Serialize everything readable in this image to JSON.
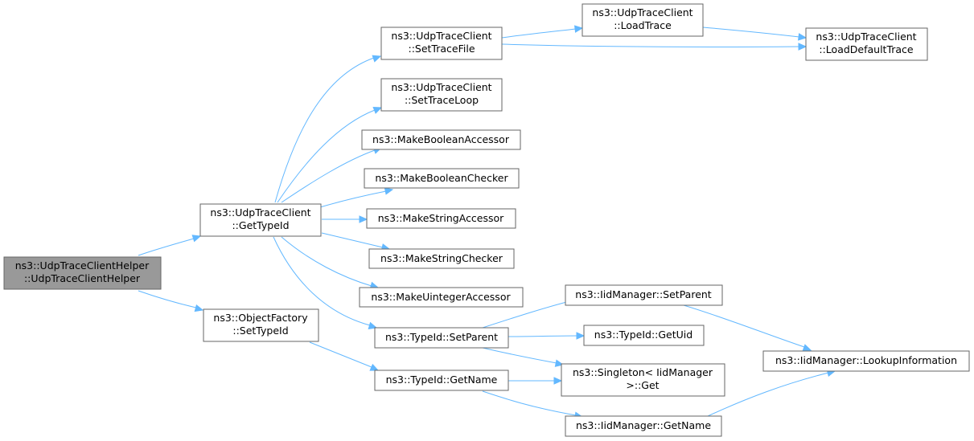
{
  "graph": {
    "edge_color": "#63b8ff",
    "root_fill": "#999999",
    "node_border": "#666666",
    "nodes": [
      {
        "id": "helper",
        "lines": [
          "ns3::UdpTraceClientHelper",
          "::UdpTraceClientHelper"
        ],
        "root": true
      },
      {
        "id": "gettypeid",
        "lines": [
          "ns3::UdpTraceClient",
          "::GetTypeId"
        ]
      },
      {
        "id": "settracefile",
        "lines": [
          "ns3::UdpTraceClient",
          "::SetTraceFile"
        ]
      },
      {
        "id": "loadtrace",
        "lines": [
          "ns3::UdpTraceClient",
          "::LoadTrace"
        ]
      },
      {
        "id": "loaddefault",
        "lines": [
          "ns3::UdpTraceClient",
          "::LoadDefaultTrace"
        ]
      },
      {
        "id": "settraceloop",
        "lines": [
          "ns3::UdpTraceClient",
          "::SetTraceLoop"
        ]
      },
      {
        "id": "mkboolacc",
        "lines": [
          "ns3::MakeBooleanAccessor"
        ]
      },
      {
        "id": "mkboolchk",
        "lines": [
          "ns3::MakeBooleanChecker"
        ]
      },
      {
        "id": "mkstracc",
        "lines": [
          "ns3::MakeStringAccessor"
        ]
      },
      {
        "id": "mkstrchk",
        "lines": [
          "ns3::MakeStringChecker"
        ]
      },
      {
        "id": "mkuintacc",
        "lines": [
          "ns3::MakeUintegerAccessor"
        ]
      },
      {
        "id": "tid_setparent",
        "lines": [
          "ns3::TypeId::SetParent"
        ]
      },
      {
        "id": "iid_setparent",
        "lines": [
          "ns3::IidManager::SetParent"
        ]
      },
      {
        "id": "getuid",
        "lines": [
          "ns3::TypeId::GetUid"
        ]
      },
      {
        "id": "singleton",
        "lines": [
          "ns3::Singleton< IidManager",
          ">::Get"
        ]
      },
      {
        "id": "lookup",
        "lines": [
          "ns3::IidManager::LookupInformation"
        ]
      },
      {
        "id": "of_settypeid",
        "lines": [
          "ns3::ObjectFactory",
          "::SetTypeId"
        ]
      },
      {
        "id": "tid_getname",
        "lines": [
          "ns3::TypeId::GetName"
        ]
      },
      {
        "id": "iid_getname",
        "lines": [
          "ns3::IidManager::GetName"
        ]
      }
    ]
  }
}
